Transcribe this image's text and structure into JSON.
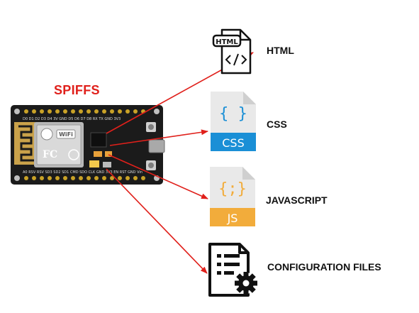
{
  "title": "SPIFFS",
  "board": {
    "chip_label": "WiFi",
    "top_pins": [
      "D0",
      "D1",
      "D2",
      "D3",
      "D4",
      "3V",
      "GND",
      "D5",
      "D6",
      "D7",
      "D8",
      "RX",
      "TX",
      "GND",
      "3V3"
    ],
    "bottom_pins": [
      "A0",
      "RSV",
      "RSV",
      "SD3",
      "SD2",
      "SD1",
      "CMD",
      "SDO",
      "CLK",
      "GND",
      "3V3",
      "EN",
      "RST",
      "GND",
      "Vin"
    ]
  },
  "file_types": [
    {
      "label": "HTML",
      "icon": "html-file-icon",
      "icon_text": "HTML"
    },
    {
      "label": "CSS",
      "icon": "css-file-icon",
      "icon_text": "CSS",
      "glyph": "{ }",
      "color": "#1a8fd6"
    },
    {
      "label": "JAVASCRIPT",
      "icon": "js-file-icon",
      "icon_text": "JS",
      "glyph": "{;}",
      "color": "#f2ac3b"
    },
    {
      "label": "CONFIGURATION FILES",
      "icon": "config-file-icon"
    }
  ],
  "colors": {
    "arrow": "#e0201b",
    "title": "#e0201b",
    "board": "#1b1b1b"
  }
}
